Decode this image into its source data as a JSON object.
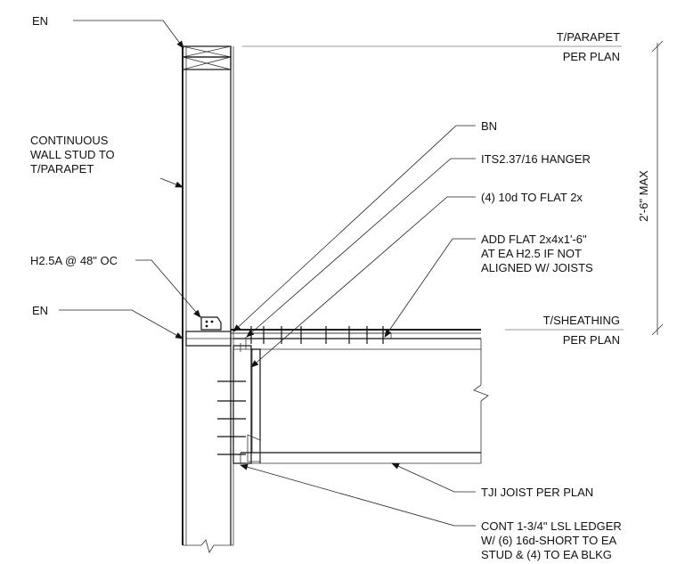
{
  "labels": {
    "en_top": "EN",
    "continuous_stud_1": "CONTINUOUS",
    "continuous_stud_2": "WALL STUD TO",
    "continuous_stud_3": "T/PARAPET",
    "h25a": "H2.5A @ 48\" OC",
    "en_mid": "EN",
    "t_parapet": "T/PARAPET",
    "per_plan_top": "PER PLAN",
    "bn": "BN",
    "hanger": "ITS2.37/16 HANGER",
    "nails_flat": "(4) 10d TO FLAT 2x",
    "add_flat_1": "ADD FLAT 2x4x1'-6\"",
    "add_flat_2": "AT EA H2.5 IF NOT",
    "add_flat_3": "ALIGNED W/ JOISTS",
    "t_sheathing": "T/SHEATHING",
    "per_plan_mid": "PER PLAN",
    "dimension": "2'-6\" MAX",
    "tji_joist": "TJI JOIST PER PLAN",
    "ledger_1": "CONT 1-3/4\" LSL LEDGER",
    "ledger_2": "W/ (6) 16d-SHORT TO EA",
    "ledger_3": "STUD & (4) TO EA BLKG"
  }
}
